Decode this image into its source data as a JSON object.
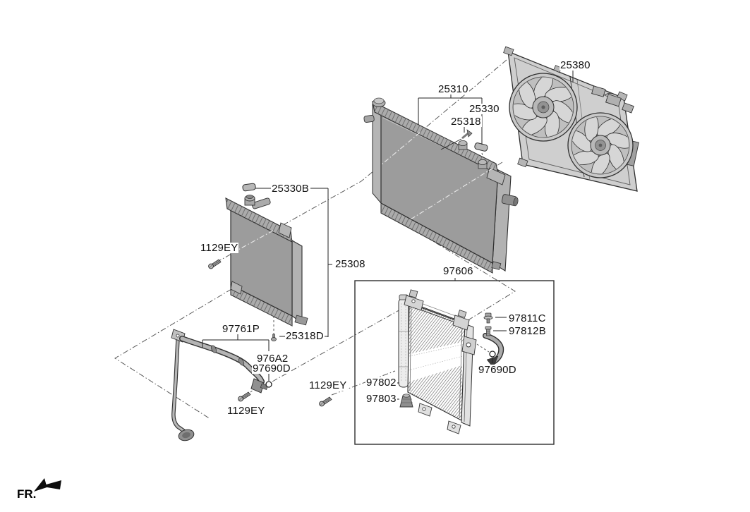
{
  "diagram": {
    "type": "exploded-parts-diagram",
    "subject": "engine cooling - radiator, cooling fan and condenser",
    "orientation_marker": "FR.",
    "colors": {
      "background": "#ffffff",
      "line": "#2e2e2e",
      "dash_guide": "#5a5a5a",
      "part_fill_dark": "#9c9c9c",
      "part_fill_mid": "#ababab",
      "part_fill_light": "#d6d6d6"
    },
    "callouts": {
      "c25310": "25310",
      "c25330": "25330",
      "c25318": "25318",
      "c25380": "25380",
      "c25330B": "25330B",
      "c1129EY_a": "1129EY",
      "c25308": "25308",
      "c97606": "97606",
      "c97761P": "97761P",
      "c25318D": "25318D",
      "c976A2": "976A2",
      "c97690D_pipe": "97690D",
      "c1129EY_b": "1129EY",
      "c1129EY_c": "1129EY",
      "c97811C": "97811C",
      "c97812B": "97812B",
      "c97690D_cond": "97690D",
      "c97802": "97802",
      "c97803": "97803"
    }
  }
}
